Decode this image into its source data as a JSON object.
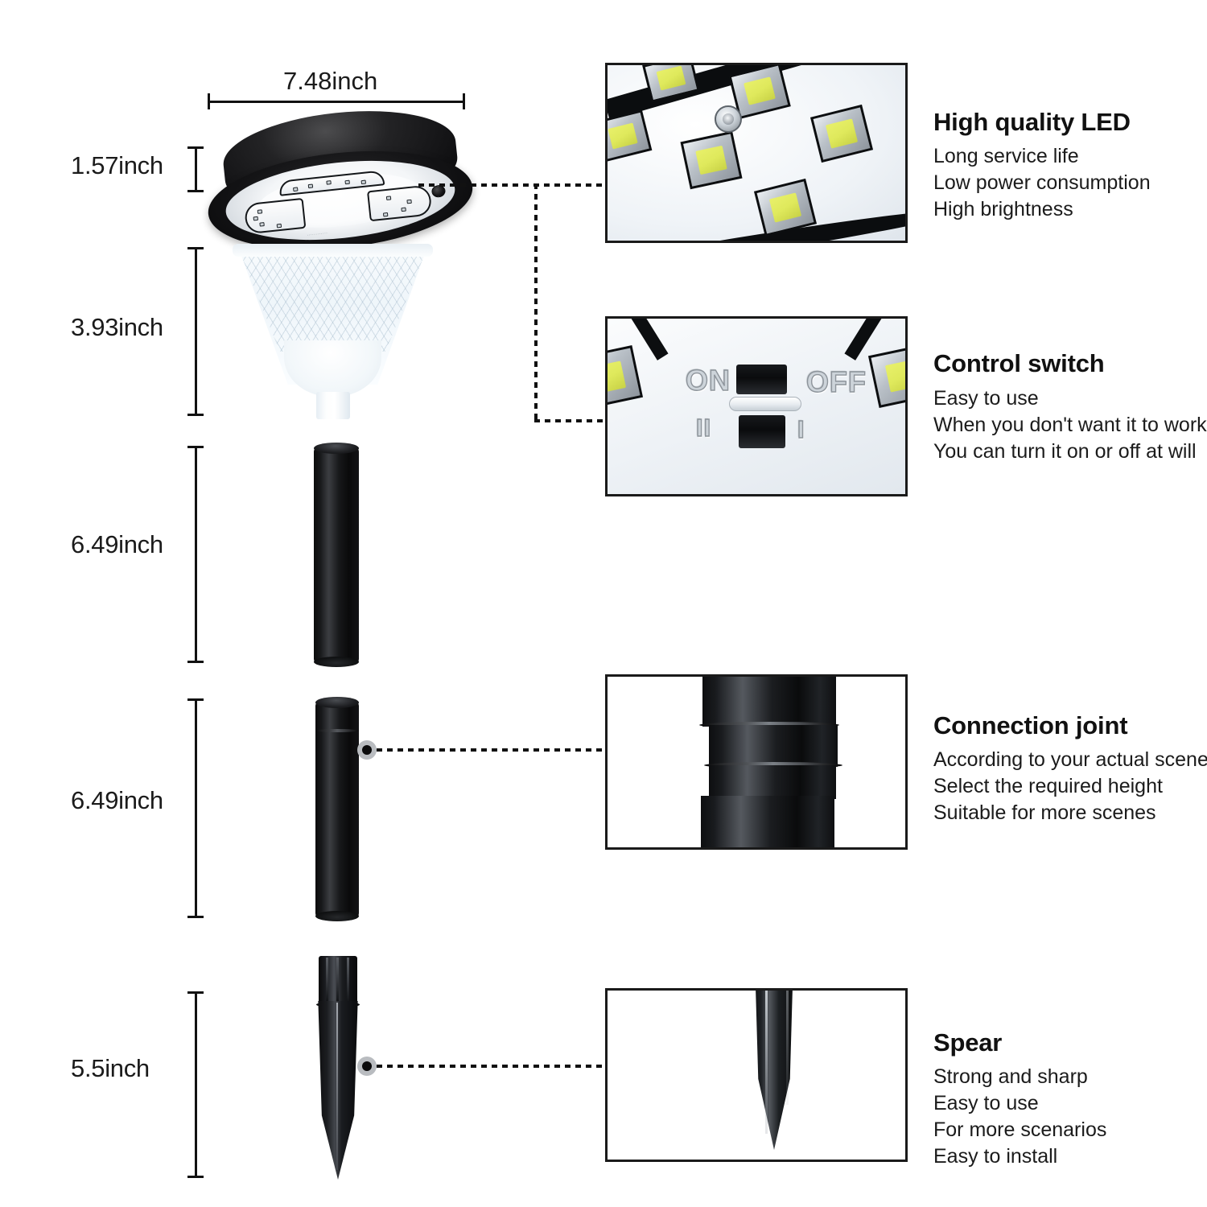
{
  "dimensions": {
    "width_label": "7.48inch",
    "vertical": [
      {
        "label": "1.57inch",
        "part": "lamp-head"
      },
      {
        "label": "3.93inch",
        "part": "diffuser"
      },
      {
        "label": "6.49inch",
        "part": "upper-pole"
      },
      {
        "label": "6.49inch",
        "part": "lower-pole"
      },
      {
        "label": "5.5inch",
        "part": "ground-spike"
      }
    ]
  },
  "features": [
    {
      "id": "led",
      "title": "High quality LED",
      "lines": [
        "Long service life",
        "Low power consumption",
        "High brightness"
      ]
    },
    {
      "id": "switch",
      "title": "Control switch",
      "lines": [
        "Easy to use",
        "When you don't want it to work",
        "You can turn it on or off at will"
      ],
      "switch_labels": {
        "on": "ON",
        "off": "OFF",
        "two": "II",
        "one": "I"
      }
    },
    {
      "id": "joint",
      "title": "Connection joint",
      "lines": [
        "According to your actual scene",
        "Select the required height",
        "Suitable for more scenes"
      ]
    },
    {
      "id": "spear",
      "title": "Spear",
      "lines": [
        "Strong and sharp",
        "Easy to use",
        "For more scenarios",
        "Easy to install"
      ]
    }
  ],
  "colors": {
    "background": "#ffffff",
    "text": "#1b1b1b",
    "rule": "#111111",
    "led_chip": "#e2ec5e",
    "product_black": "#111315",
    "callout_ring": "#b9bcc0"
  }
}
